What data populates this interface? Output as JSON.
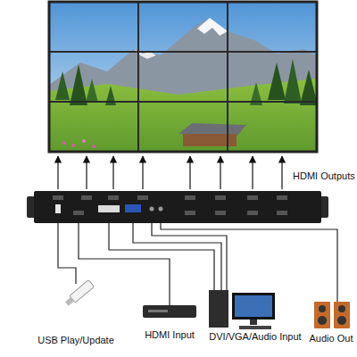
{
  "diagram": {
    "nodes": [
      {
        "text": [
          "USB Play/Update"
        ]
      },
      {
        "text": [
          "HDMI Input"
        ]
      },
      {
        "text": [
          "DVI/VGA/Audio Input"
        ]
      },
      {
        "text": [
          "Audio Out"
        ]
      }
    ],
    "labels": [
      "HDMI Outputs"
    ]
  }
}
